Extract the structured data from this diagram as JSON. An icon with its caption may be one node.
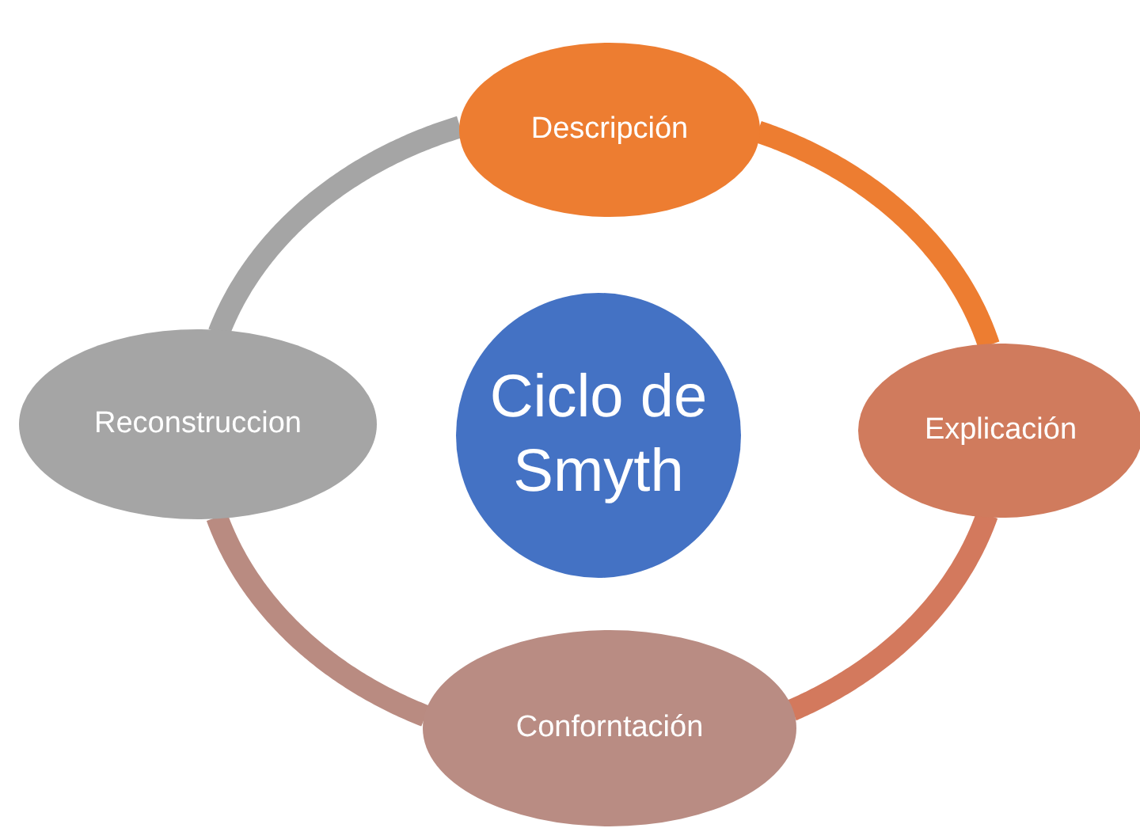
{
  "diagram": {
    "nodes": [
      {
        "text": [
          "Descripción"
        ]
      },
      {
        "text": [
          "Explicación"
        ]
      },
      {
        "text": [
          "Conforntación"
        ]
      },
      {
        "text": [
          "Reconstruccion"
        ]
      },
      {
        "text": [
          "Ciclo de Smyth"
        ]
      }
    ],
    "edges": [
      {
        "from": 0,
        "to": 1,
        "arrow": "none",
        "color": "#ed7d31"
      },
      {
        "from": 1,
        "to": 2,
        "arrow": "none",
        "color": "#d3795d"
      },
      {
        "from": 2,
        "to": 3,
        "arrow": "none",
        "color": "#b98b81"
      },
      {
        "from": 3,
        "to": 0,
        "arrow": "none",
        "color": "#a5a5a5"
      }
    ]
  }
}
